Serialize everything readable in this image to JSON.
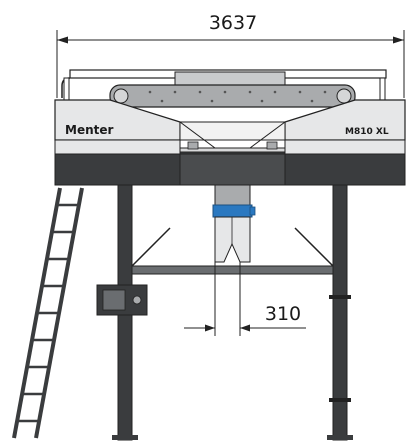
{
  "drawing": {
    "dimension_overall_width": "3637",
    "dimension_outlet_width": "310",
    "brand_left": "Menter",
    "brand_right": "M810 XL",
    "colors": {
      "frame_dark": "#3a3c3e",
      "frame_mid": "#6a6d70",
      "body_light": "#e6e7e8",
      "conveyor_gray": "#a9abad",
      "accent_blue": "#2a78c0",
      "line": "#222222"
    }
  }
}
